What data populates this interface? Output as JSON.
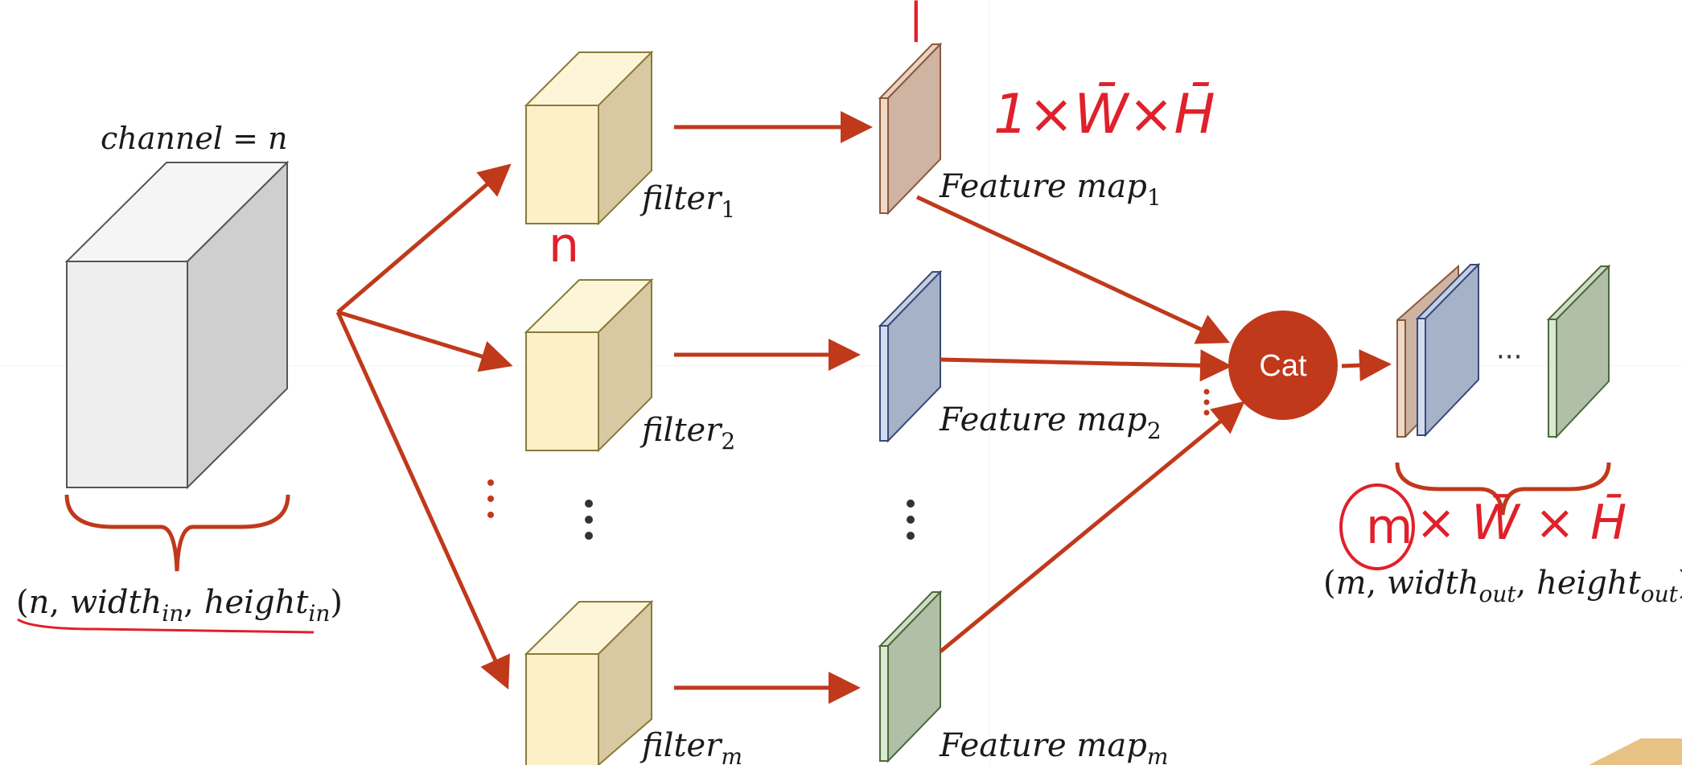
{
  "input": {
    "channel_label": "channel = n",
    "shape": {
      "open": "(",
      "n": "n",
      "width": "width",
      "width_sub": "in",
      "sep": ", ",
      "height": "height",
      "height_sub": "in",
      "close": ")"
    }
  },
  "filters": [
    {
      "name": "filter",
      "sub": "1"
    },
    {
      "name": "filter",
      "sub": "2"
    },
    {
      "name": "filter",
      "sub": "m"
    }
  ],
  "feature_maps": [
    {
      "name": "Feature map",
      "sub": "1"
    },
    {
      "name": "Feature map",
      "sub": "2"
    },
    {
      "name": "Feature map",
      "sub": "m"
    }
  ],
  "cat_label": "Cat",
  "ellipsis_h": "···",
  "output": {
    "shape": {
      "open": "(",
      "m": "m",
      "width": "width",
      "width_sub": "out",
      "sep": ", ",
      "height": "height",
      "height_sub": "out",
      "close": ")"
    }
  },
  "annotations": {
    "top_mark": "|",
    "fm_size": "1×W̄×H̄",
    "filter_n": "n",
    "output_m": "m",
    "output_size": "× W̄ × H̄"
  },
  "colors": {
    "arrow": "#c0391b",
    "cat_fill": "#c0391b",
    "annotation": "#e0202a",
    "input_front": "#eeeeee",
    "input_side": "#cfcfcf",
    "filter_front": "#fdf0c8",
    "filter_side": "#d8c9a3",
    "fm1": "#cfb3a3",
    "fm2": "#a6b2c8",
    "fm3": "#b1bfa8"
  }
}
